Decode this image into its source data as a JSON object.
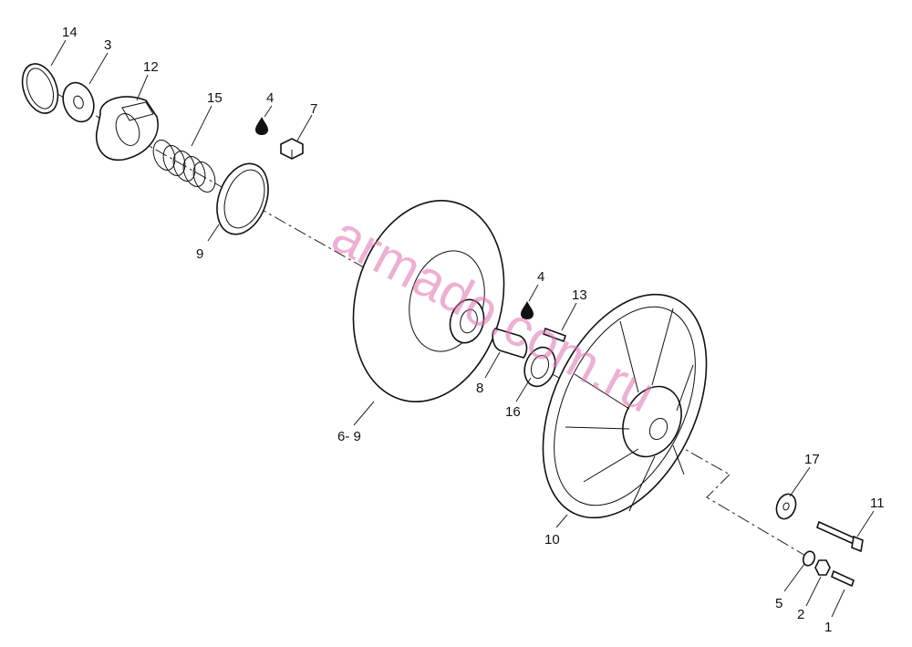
{
  "watermark": "armado.com.ru",
  "callouts": [
    {
      "id": "c14",
      "label": "14"
    },
    {
      "id": "c3",
      "label": "3"
    },
    {
      "id": "c12",
      "label": "12"
    },
    {
      "id": "c15",
      "label": "15"
    },
    {
      "id": "c4a",
      "label": "4"
    },
    {
      "id": "c7",
      "label": "7"
    },
    {
      "id": "c9",
      "label": "9"
    },
    {
      "id": "c4b",
      "label": "4"
    },
    {
      "id": "c13",
      "label": "13"
    },
    {
      "id": "c8",
      "label": "8"
    },
    {
      "id": "c16",
      "label": "16"
    },
    {
      "id": "c69",
      "label": "6- 9"
    },
    {
      "id": "c17",
      "label": "17"
    },
    {
      "id": "c11",
      "label": "11"
    },
    {
      "id": "c10",
      "label": "10"
    },
    {
      "id": "c5",
      "label": "5"
    },
    {
      "id": "c2",
      "label": "2"
    },
    {
      "id": "c1",
      "label": "1"
    }
  ]
}
